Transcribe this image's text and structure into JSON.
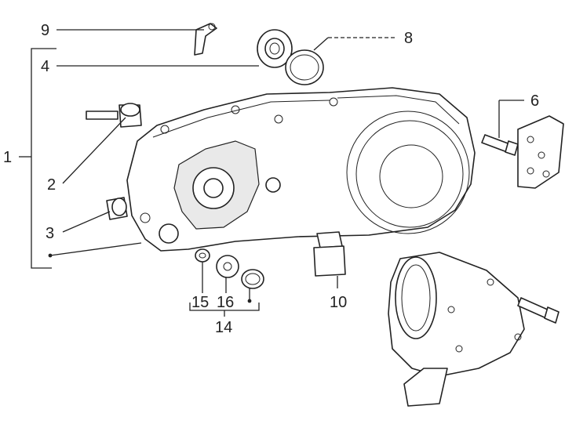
{
  "diagram": {
    "callouts": {
      "c1": "1",
      "c2": "2",
      "c3": "3",
      "c4": "4",
      "c6": "6",
      "c8": "8",
      "c9": "9",
      "c10": "10",
      "c14": "14",
      "c15": "15",
      "c16": "16"
    }
  }
}
